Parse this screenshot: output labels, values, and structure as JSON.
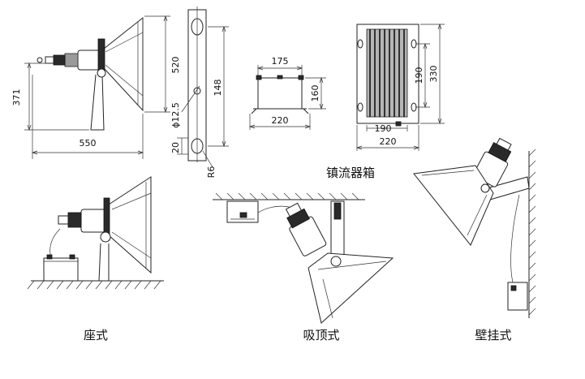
{
  "dimensions": {
    "lamp_height": "520",
    "lamp_pivot_height": "371",
    "lamp_width": "550",
    "bracket_hole": "ϕ12.5",
    "bracket_length": "148",
    "bracket_end": "20",
    "bracket_radius": "R6",
    "box_top_width": "175",
    "box_height": "160",
    "box_base_width": "220",
    "ballast_height_outer": "330",
    "ballast_height_inner": "190",
    "ballast_width_inner": "190",
    "ballast_width_outer": "220"
  },
  "labels": {
    "ballast_box": "镇流器箱",
    "floor_mount": "座式",
    "ceiling_mount": "吸顶式",
    "wall_mount": "壁挂式"
  }
}
